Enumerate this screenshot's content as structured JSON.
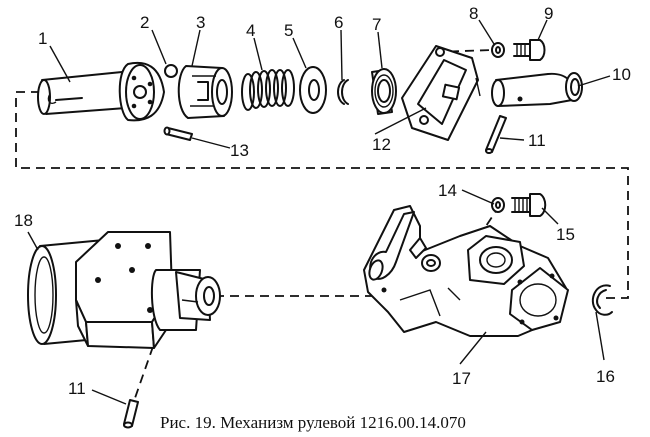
{
  "caption": "Рис. 19. Механизм рулевой 1216.00.14.070",
  "callouts": [
    "1",
    "2",
    "3",
    "4",
    "5",
    "6",
    "7",
    "8",
    "9",
    "10",
    "11",
    "12",
    "13",
    "14",
    "15",
    "16",
    "17",
    "18",
    "11"
  ]
}
